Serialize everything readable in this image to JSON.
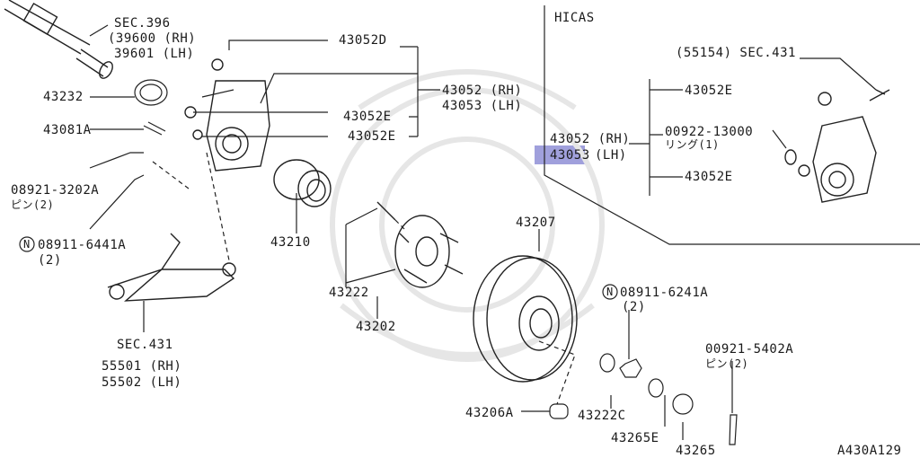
{
  "diagram": {
    "hicas_title": "HICAS",
    "figure_code": "A430A129",
    "highlighted_part": "43053",
    "colors": {
      "line": "#222222",
      "highlight": "#8f8fd6",
      "watermark": "#e6e6e6"
    },
    "labels": {
      "sec396": "SEC.396",
      "p39600": "(39600 (RH)",
      "p39601": "39601 (LH)",
      "p43052d": "43052D",
      "p43232": "43232",
      "p43052rh": "43052 (RH)",
      "p43053lh": "43053 (LH)",
      "p43081a": "43081A",
      "p43052e_1": "43052E",
      "p43052e_2": "43052E",
      "p08921": "08921-3202A",
      "pin1": "ピン(2)",
      "p08911_a": "08911-6441A",
      "p08911_a_qty": "(2)",
      "p43210": "43210",
      "p43222": "43222",
      "p43202": "43202",
      "sec431": "SEC.431",
      "p55501": "55501 (RH)",
      "p55502": "55502 (LH)",
      "p43207": "43207",
      "p08911_b": "08911-6241A",
      "p08911_b_qty": "(2)",
      "p43206a": "43206A",
      "p43222c": "43222C",
      "p43265e": "43265E",
      "p43265": "43265",
      "p00921": "00921-5402A",
      "pin2": "ピン(2)",
      "hicas_sec431": "(55154) SEC.431",
      "hicas_43052e_1": "43052E",
      "hicas_00922": "00922-13000",
      "hicas_ring": "リング(1)",
      "hicas_43052e_2": "43052E",
      "hicas_43052rh": "43052 (RH)",
      "hicas_43053_suffix": "(LH)",
      "circle_n": "N"
    }
  }
}
